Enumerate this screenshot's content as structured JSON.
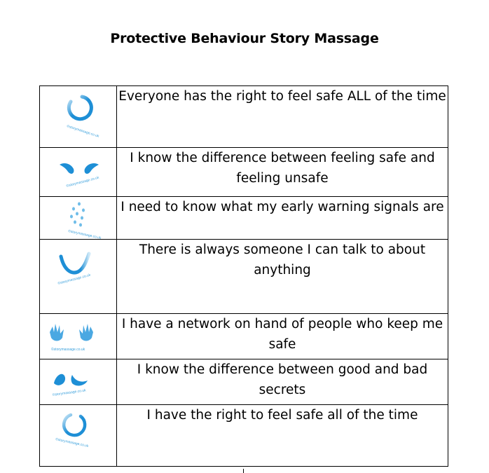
{
  "document": {
    "title": "Protective Behaviour Story Massage"
  },
  "rows": [
    {
      "text": "Everyone has the right to feel safe ALL of the time",
      "icon": "circle-stroke-icon",
      "watermark": "©storymassage.co.uk"
    },
    {
      "text": "I know the difference between feeling safe and feeling unsafe",
      "icon": "sweep-apart-stroke-icon",
      "watermark": "©storymassage.co.uk"
    },
    {
      "text": "I need to know what my early warning signals are",
      "icon": "raindrops-stroke-icon",
      "watermark": "©storymassage.co.uk"
    },
    {
      "text": "There is always someone I can talk to about anything",
      "icon": "smile-curve-stroke-icon",
      "watermark": "©storymassage.co.uk"
    },
    {
      "text": "I have a network on hand of people who keep me safe",
      "icon": "open-hands-stroke-icon",
      "watermark": "©storymassage.co.uk"
    },
    {
      "text": "I know the difference between good and bad secrets",
      "icon": "sweep-together-stroke-icon",
      "watermark": "©storymassage.co.uk"
    },
    {
      "text": "I have the right to feel safe all of the time",
      "icon": "circle-stroke-icon",
      "watermark": "©storymassage.co.uk"
    }
  ],
  "colors": {
    "stroke_blue": "#1e8fd6",
    "stroke_light": "#9fd3f2"
  }
}
